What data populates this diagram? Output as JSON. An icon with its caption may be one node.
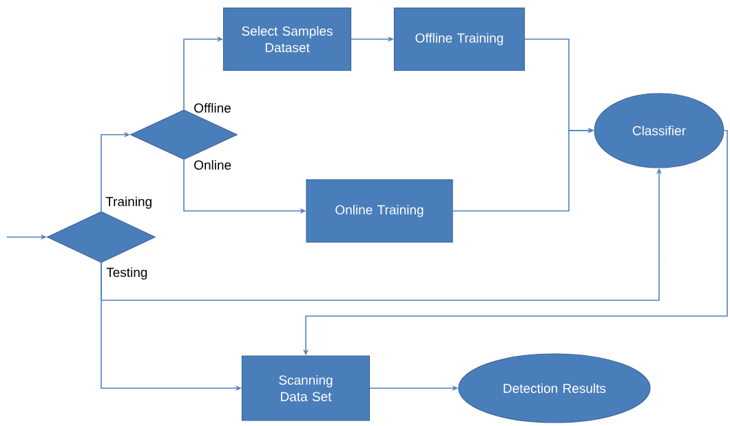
{
  "diagram": {
    "nodes": [
      {
        "text": [],
        "shape": "diamond"
      },
      {
        "text": [],
        "shape": "diamond"
      },
      {
        "text": [
          "Select Samples Dataset"
        ]
      },
      {
        "text": [
          "Offline Training"
        ]
      },
      {
        "text": [
          "Online Training"
        ]
      },
      {
        "text": [
          "Classifier"
        ]
      },
      {
        "text": [
          "Scanning Data Set"
        ]
      },
      {
        "text": [
          "Detection Results"
        ]
      }
    ],
    "edges": [
      {
        "from": null,
        "to": 0,
        "arrow": "to"
      },
      {
        "from": 0,
        "to": 1,
        "arrow": "to",
        "label": "Training"
      },
      {
        "from": 1,
        "to": 2,
        "arrow": "to",
        "label": "Offline"
      },
      {
        "from": 1,
        "to": 4,
        "arrow": "to",
        "label": "Online"
      },
      {
        "from": 2,
        "to": 3,
        "arrow": "to"
      },
      {
        "from": 3,
        "to": 5,
        "arrow": "to"
      },
      {
        "from": 4,
        "to": 5,
        "arrow": "to"
      },
      {
        "from": 0,
        "to": 5,
        "arrow": "to"
      },
      {
        "from": 0,
        "to": 6,
        "arrow": "to",
        "label": "Testing"
      },
      {
        "from": 5,
        "to": 6,
        "arrow": "to"
      },
      {
        "from": 6,
        "to": 7,
        "arrow": "to"
      }
    ]
  }
}
